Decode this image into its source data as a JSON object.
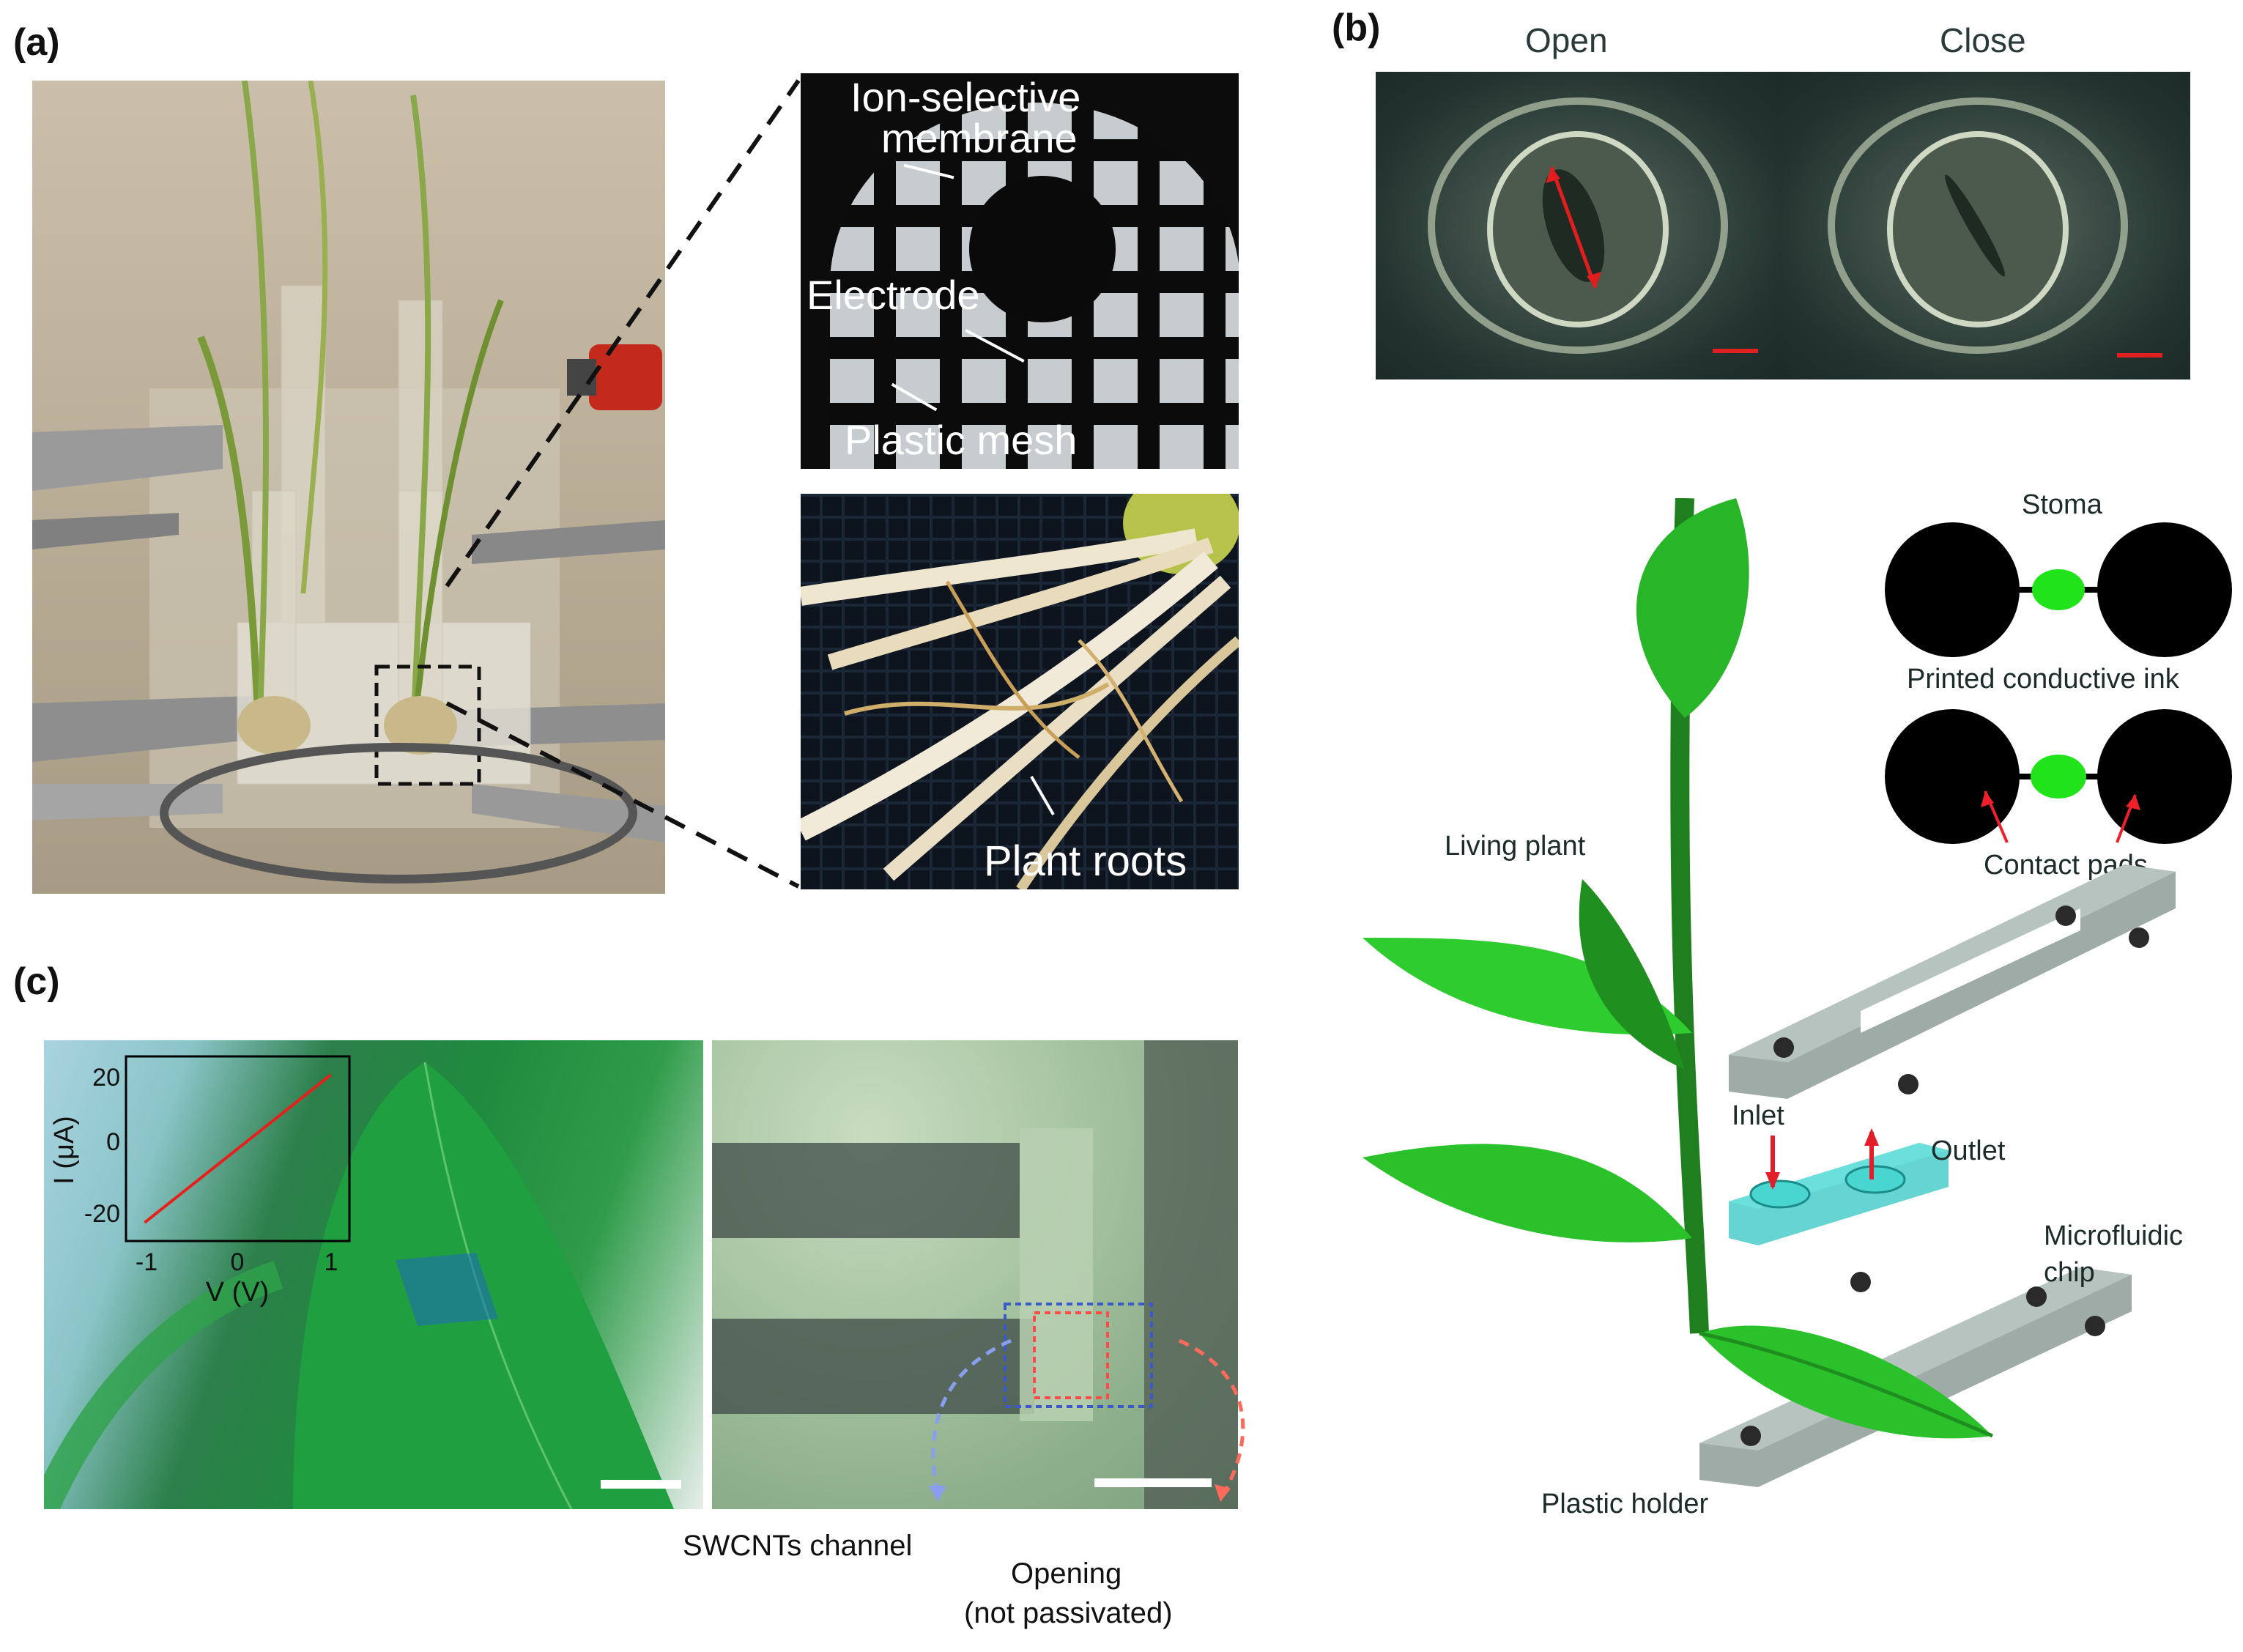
{
  "panels": {
    "a": {
      "letter": "(a)",
      "inset_top": {
        "label_ion_1": "Ion-selective",
        "label_ion_2": "membrane",
        "label_electrode": "Electrode",
        "label_mesh": "Plastic mesh"
      },
      "inset_bottom": {
        "label_roots": "Plant roots"
      }
    },
    "b": {
      "letter": "(b)",
      "label_open": "Open",
      "label_close": "Close",
      "label_stoma": "Stoma",
      "label_ink": "Printed conductive ink",
      "label_pads": "Contact pads",
      "label_living_plant": "Living plant",
      "label_inlet": "Inlet",
      "label_outlet": "Outlet",
      "label_chip_1": "Microfluidic",
      "label_chip_2": "chip",
      "label_holder": "Plastic holder"
    },
    "c": {
      "letter": "(c)",
      "label_channel": "SWCNTs channel",
      "label_opening_1": "Opening",
      "label_opening_2": "(not passivated)",
      "inset_chart": {
        "ylabel": "I (μA)",
        "xlabel": "V (V)",
        "yticks": [
          "20",
          "0",
          "-20"
        ],
        "xticks": [
          "-1",
          "0",
          "1"
        ]
      }
    }
  },
  "chart_data": {
    "type": "line",
    "xlabel": "V (V)",
    "ylabel": "I (μA)",
    "xlim": [
      -1.2,
      1.2
    ],
    "ylim": [
      -25,
      25
    ],
    "series": [
      {
        "x": [
          -1,
          1
        ],
        "y": [
          -20,
          20
        ],
        "color": "#e8201c"
      }
    ]
  }
}
